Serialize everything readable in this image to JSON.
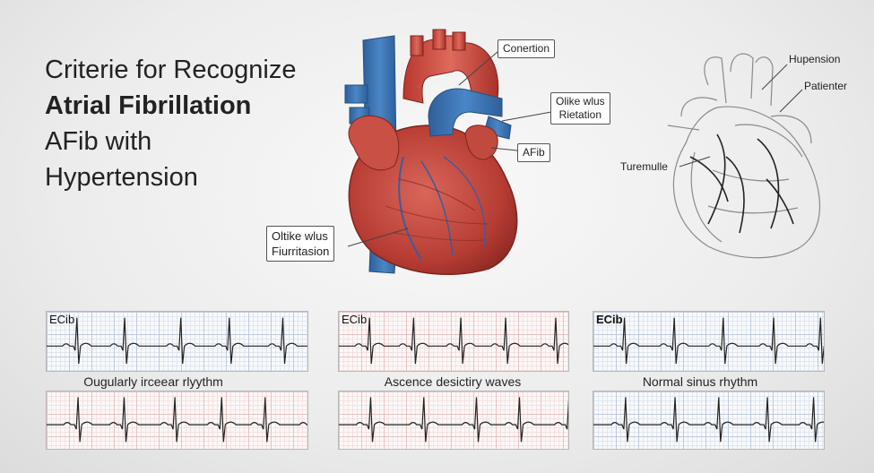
{
  "title": {
    "line1": "Criterie for Recognize",
    "line2": "Atrial Fibrillation",
    "line3": "AFib with",
    "line4": "Hypertension"
  },
  "heart_callouts": {
    "conertion": "Conertion",
    "olike_top_1": "Olike wlus",
    "olike_top_2": "Rietation",
    "afib": "AFib",
    "olike_bottom_1": "Oltike wlus",
    "olike_bottom_2": "Fiurritasion"
  },
  "sketch_labels": {
    "hupension": "Hupension",
    "patienter": "Patienter",
    "turemulle": "Turemulle"
  },
  "ecg_panels": {
    "top_left": "ECib",
    "top_mid": "ECib",
    "top_right": "ECib"
  },
  "captions": {
    "left": "Ougularly irceear rlyythm",
    "mid": "Ascence desictiry waves",
    "right": "Normal sinus rhythm"
  },
  "colors": {
    "heart_red": "#c9453a",
    "vessel_blue": "#3d76b5",
    "grid_pink": "#e8c2c2",
    "grid_blue": "#bfcada"
  }
}
